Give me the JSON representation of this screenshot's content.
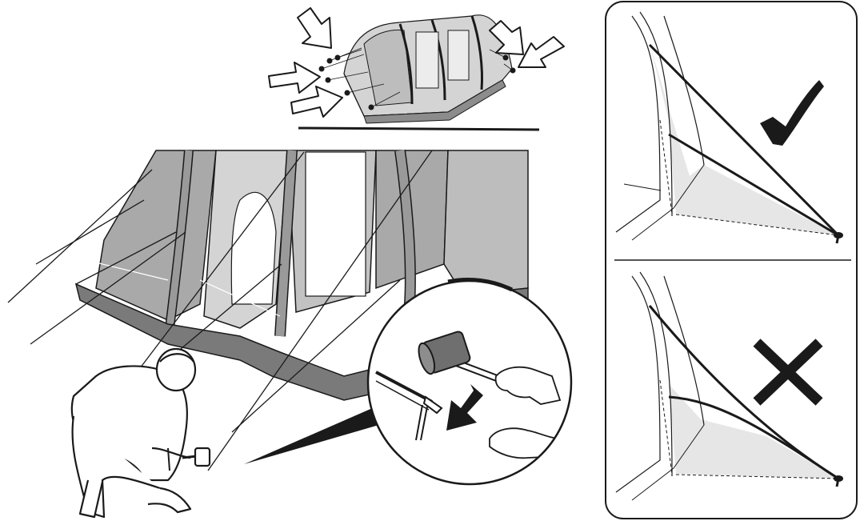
{
  "figure": {
    "kind": "tent-guy-line-pitching-instructions",
    "colors": {
      "line": "#1a1a1a",
      "tent_light": "#d4d4d4",
      "tent_mid": "#a9a9a9",
      "tent_dark": "#7a7a7a",
      "guy_shade": "#e6e6e6",
      "background": "#ffffff"
    },
    "overview": {
      "arrow_count": 5,
      "anchor_point_count": 8
    },
    "main_scene": {
      "guy_line_count": 7,
      "icons": [
        "mallet-icon",
        "tent-peg-icon",
        "down-arrow-icon",
        "hand-icon"
      ]
    },
    "panels": [
      {
        "id": "correct",
        "symbol": "✓",
        "icon": "check-mark-icon",
        "meaning": "correct"
      },
      {
        "id": "incorrect",
        "symbol": "✗",
        "icon": "cross-mark-icon",
        "meaning": "incorrect"
      }
    ]
  }
}
